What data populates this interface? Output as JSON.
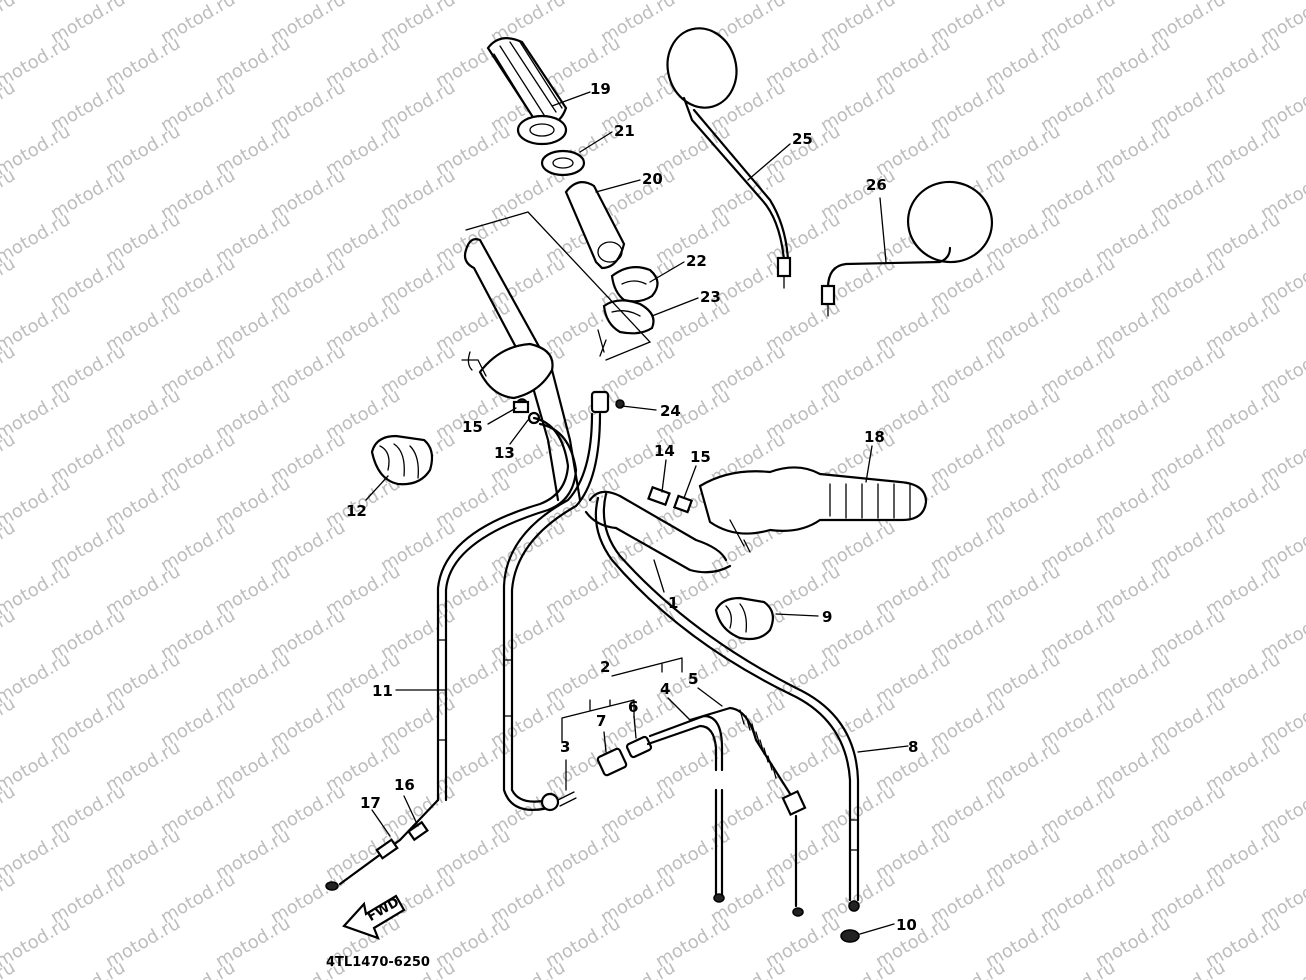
{
  "watermark": {
    "text": "motod.ru",
    "color": "#bdbdbd"
  },
  "diagram": {
    "reference_code": "4TL1470-6250",
    "arrow_label": "FWD",
    "callouts": [
      {
        "id": "1",
        "text": "1"
      },
      {
        "id": "2",
        "text": "2"
      },
      {
        "id": "3",
        "text": "3"
      },
      {
        "id": "4",
        "text": "4"
      },
      {
        "id": "5",
        "text": "5"
      },
      {
        "id": "6",
        "text": "6"
      },
      {
        "id": "7",
        "text": "7"
      },
      {
        "id": "8",
        "text": "8"
      },
      {
        "id": "9",
        "text": "9"
      },
      {
        "id": "10",
        "text": "10"
      },
      {
        "id": "11",
        "text": "11"
      },
      {
        "id": "12",
        "text": "12"
      },
      {
        "id": "13",
        "text": "13"
      },
      {
        "id": "14",
        "text": "14"
      },
      {
        "id": "15a",
        "text": "15"
      },
      {
        "id": "15b",
        "text": "15"
      },
      {
        "id": "16",
        "text": "16"
      },
      {
        "id": "17",
        "text": "17"
      },
      {
        "id": "18",
        "text": "18"
      },
      {
        "id": "19",
        "text": "19"
      },
      {
        "id": "20",
        "text": "20"
      },
      {
        "id": "21",
        "text": "21"
      },
      {
        "id": "22",
        "text": "22"
      },
      {
        "id": "23",
        "text": "23"
      },
      {
        "id": "24",
        "text": "24"
      },
      {
        "id": "25",
        "text": "25"
      },
      {
        "id": "26",
        "text": "26"
      }
    ]
  }
}
